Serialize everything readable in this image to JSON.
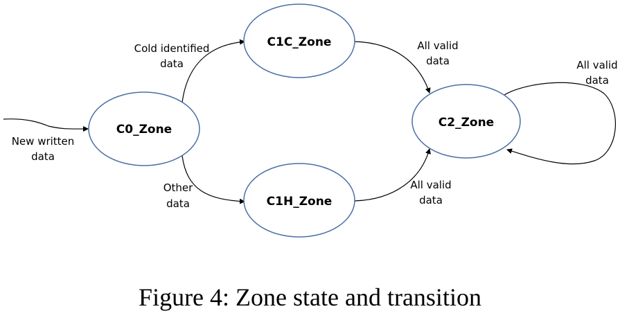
{
  "colors": {
    "node_stroke": "#4a6fa5",
    "edge": "#000000"
  },
  "nodes": {
    "c0": "C0_Zone",
    "c1c": "C1C_Zone",
    "c1h": "C1H_Zone",
    "c2": "C2_Zone"
  },
  "edges": {
    "input": [
      "New written",
      "data"
    ],
    "c0_to_c1c": [
      "Cold identified",
      "data"
    ],
    "c0_to_c1h": [
      "Other",
      "data"
    ],
    "c1c_to_c2": [
      "All valid",
      "data"
    ],
    "c1h_to_c2": [
      "All valid",
      "data"
    ],
    "c2_self": [
      "All valid",
      "data"
    ]
  },
  "caption": "Figure 4: Zone state and transition"
}
